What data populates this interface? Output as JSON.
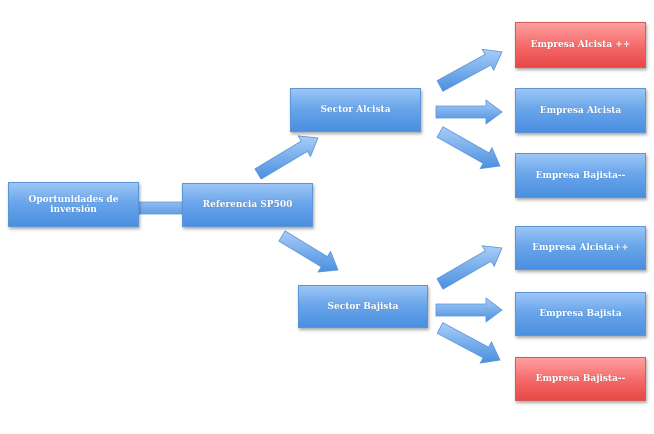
{
  "diagram": {
    "nodes": [
      {
        "id": "root",
        "label": "Oportunidades de inversión",
        "color": "blue"
      },
      {
        "id": "ref",
        "label": "Referencia SP500",
        "color": "blue"
      },
      {
        "id": "sector_up",
        "label": "Sector Alcista",
        "color": "blue"
      },
      {
        "id": "sector_down",
        "label": "Sector Bajista",
        "color": "blue"
      },
      {
        "id": "e1",
        "label": "Empresa Alcista ++",
        "color": "red"
      },
      {
        "id": "e2",
        "label": "Empresa Alcista",
        "color": "blue"
      },
      {
        "id": "e3",
        "label": "Empresa Bajista--",
        "color": "blue"
      },
      {
        "id": "e4",
        "label": "Empresa Alcista++",
        "color": "blue"
      },
      {
        "id": "e5",
        "label": "Empresa Bajista",
        "color": "blue"
      },
      {
        "id": "e6",
        "label": "Empresa Bajista--",
        "color": "red"
      }
    ],
    "edges": [
      {
        "from": "root",
        "to": "ref"
      },
      {
        "from": "ref",
        "to": "sector_up"
      },
      {
        "from": "ref",
        "to": "sector_down"
      },
      {
        "from": "sector_up",
        "to": "e1"
      },
      {
        "from": "sector_up",
        "to": "e2"
      },
      {
        "from": "sector_up",
        "to": "e3"
      },
      {
        "from": "sector_down",
        "to": "e4"
      },
      {
        "from": "sector_down",
        "to": "e5"
      },
      {
        "from": "sector_down",
        "to": "e6"
      }
    ],
    "colors": {
      "blue": "#6aa6ea",
      "red": "#f56c6c",
      "arrow": "#6aa6ea"
    }
  }
}
